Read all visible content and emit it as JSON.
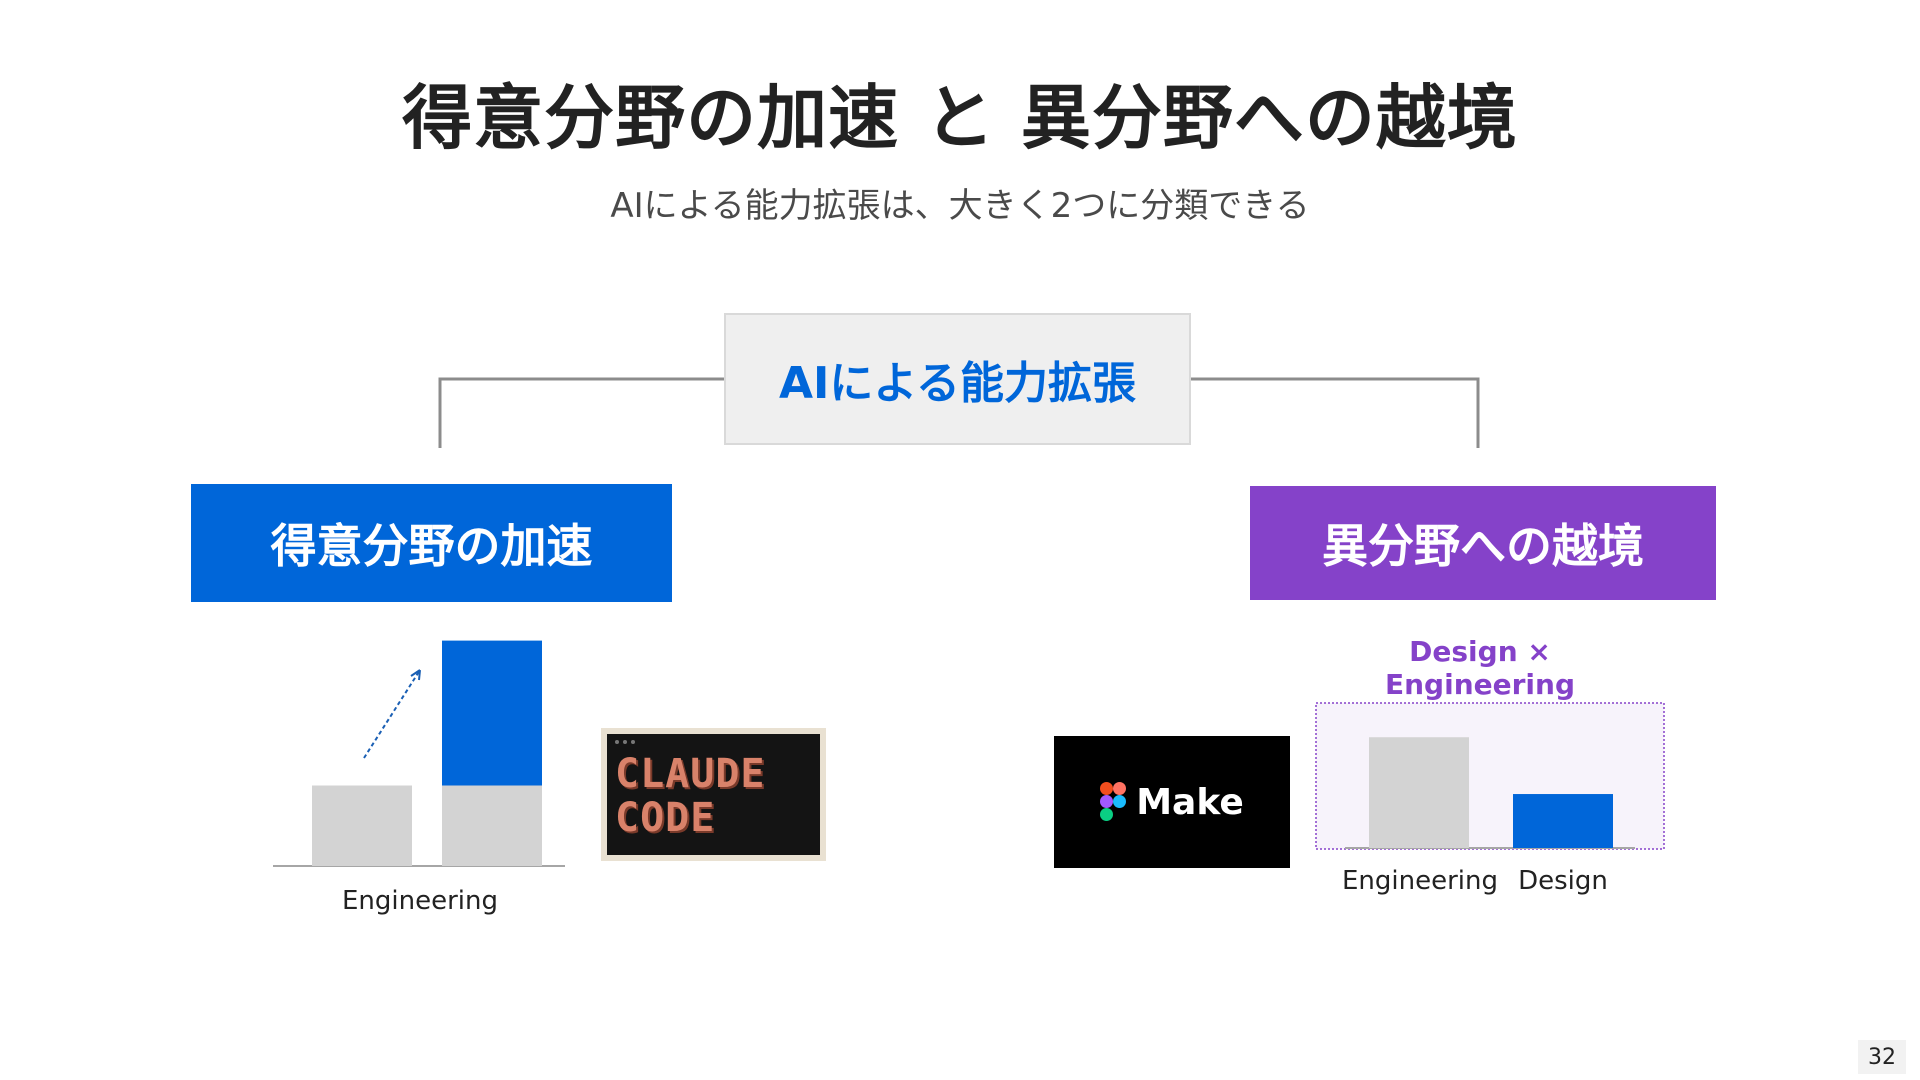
{
  "slide": {
    "title": "得意分野の加速 と 異分野への越境",
    "subtitle": "AIによる能力拡張は、大きく2つに分類できる",
    "page_number": "32"
  },
  "diagram": {
    "root": "AIによる能力拡張",
    "left_branch": {
      "label": "得意分野の加速",
      "color": "#0066d9",
      "tool_text_line1": "CLAUDE",
      "tool_text_line2": "CODE"
    },
    "right_branch": {
      "label": "異分野への越境",
      "color": "#8542c9",
      "combo_label": "Design × Engineering",
      "tool_text": "Make",
      "tool_icon": "figma-icon"
    }
  },
  "chart_data": [
    {
      "type": "bar",
      "categories": [
        "Engineering"
      ],
      "series": [
        {
          "values": [
            0.35
          ],
          "color": "#d3d3d3"
        },
        {
          "values": [
            0.63
          ],
          "color": "#0066d9"
        }
      ],
      "note_arrow": true
    },
    {
      "type": "bar",
      "categories": [
        "Engineering",
        "Design"
      ],
      "values": [
        0.78,
        0.38
      ],
      "colors": [
        "#d3d3d3",
        "#0066d9"
      ]
    }
  ]
}
